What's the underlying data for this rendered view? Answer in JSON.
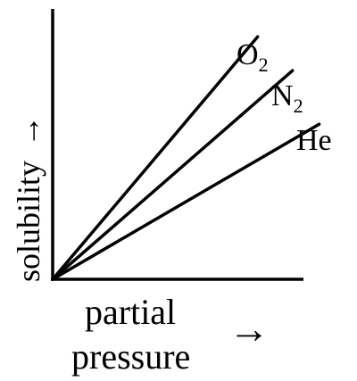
{
  "chart_data": {
    "type": "line",
    "xlabel_line1": "partial",
    "xlabel_line2": "pressure",
    "xlabel_arrow": "→",
    "ylabel": "solubility",
    "ylabel_arrow": "→",
    "grid": false,
    "series": [
      {
        "key": "O2",
        "label_main": "O",
        "label_sub": "2",
        "x": [
          0,
          1.0
        ],
        "y": [
          0,
          0.86
        ]
      },
      {
        "key": "N2",
        "label_main": "N",
        "label_sub": "2",
        "x": [
          0,
          1.17
        ],
        "y": [
          0,
          0.74
        ]
      },
      {
        "key": "He",
        "label_main": "He",
        "label_sub": "",
        "x": [
          0,
          1.3
        ],
        "y": [
          0,
          0.55
        ]
      }
    ],
    "xlim": [
      0,
      1.35
    ],
    "ylim": [
      0,
      1.0
    ]
  }
}
